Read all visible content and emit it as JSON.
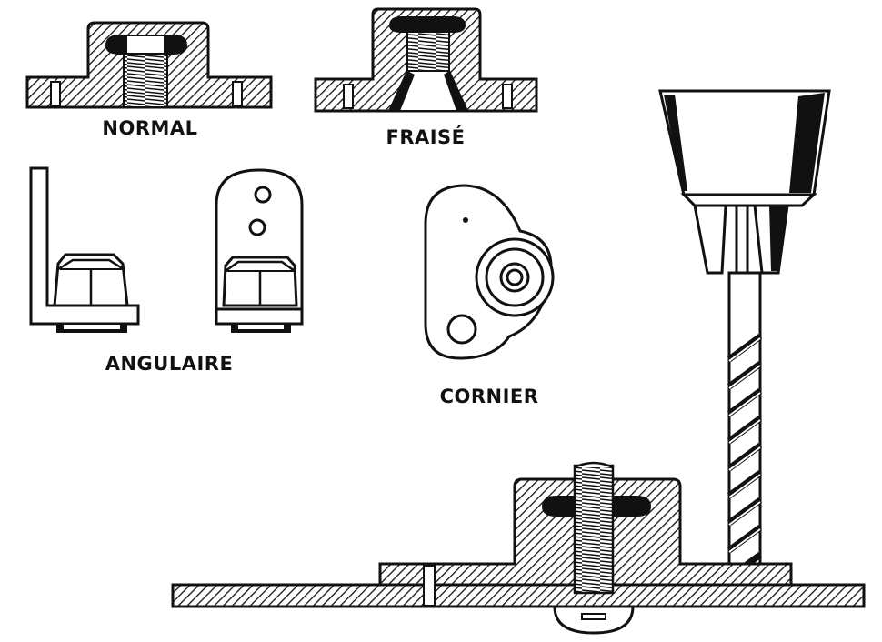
{
  "labels": {
    "normal": "NORMAL",
    "fraise": "FRAISÉ",
    "angulaire": "ANGULAIRE",
    "cornier": "CORNIER"
  },
  "colors": {
    "ink": "#111111",
    "paper": "#ffffff"
  }
}
